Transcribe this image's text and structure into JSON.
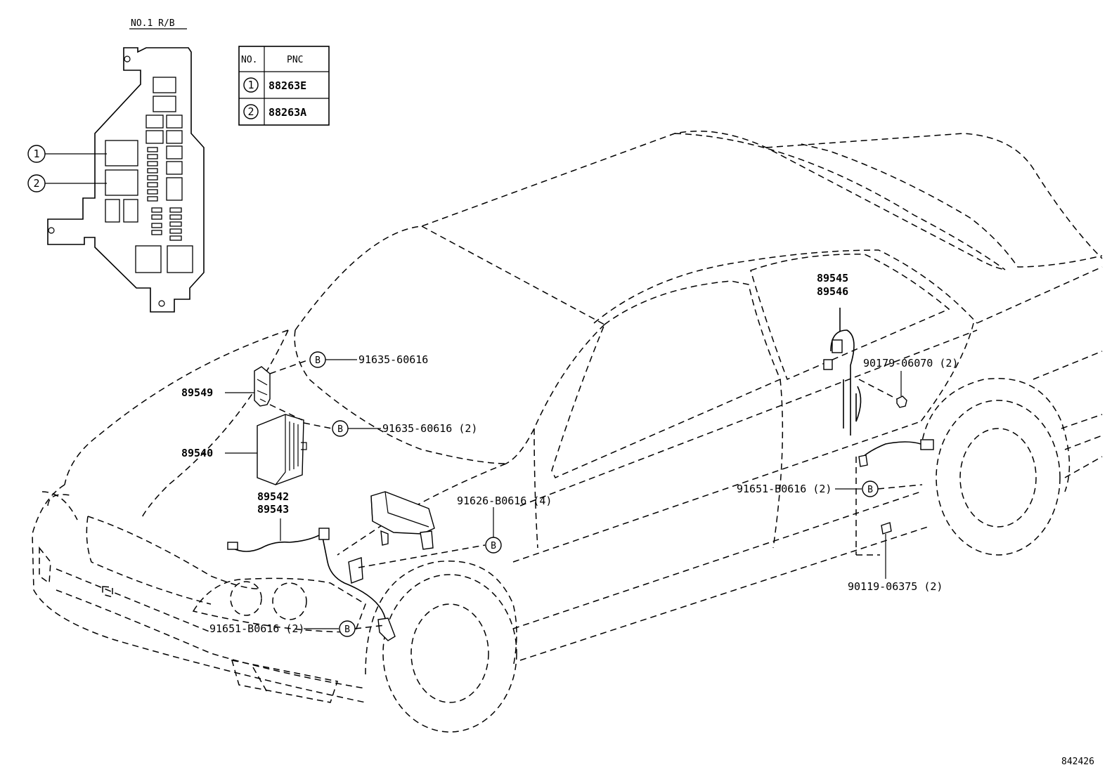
{
  "title": "NO.1 R/B",
  "table": {
    "headers": [
      "NO.",
      "PNC"
    ],
    "rows": [
      {
        "no": "1",
        "pnc": "88263E"
      },
      {
        "no": "2",
        "pnc": "88263A"
      }
    ]
  },
  "relay_callouts": [
    "1",
    "2"
  ],
  "bolt_symbol": "B",
  "parts": {
    "p89545": "89545",
    "p89546": "89546",
    "p89549": "89549",
    "p89540": "89540",
    "p89542": "89542",
    "p89543": "89543",
    "bolt_91635_a": "91635-60616",
    "bolt_91635_b": "91635-60616 (2)",
    "bolt_91626": "91626-B0616 (4)",
    "bolt_91651_rear": "91651-B0616 (2)",
    "bolt_91651_front": "91651-B0616 (2)",
    "nut_90179": "90179-06070 (2)",
    "bolt_90119": "90119-06375 (2)"
  },
  "figure_id": "842426"
}
